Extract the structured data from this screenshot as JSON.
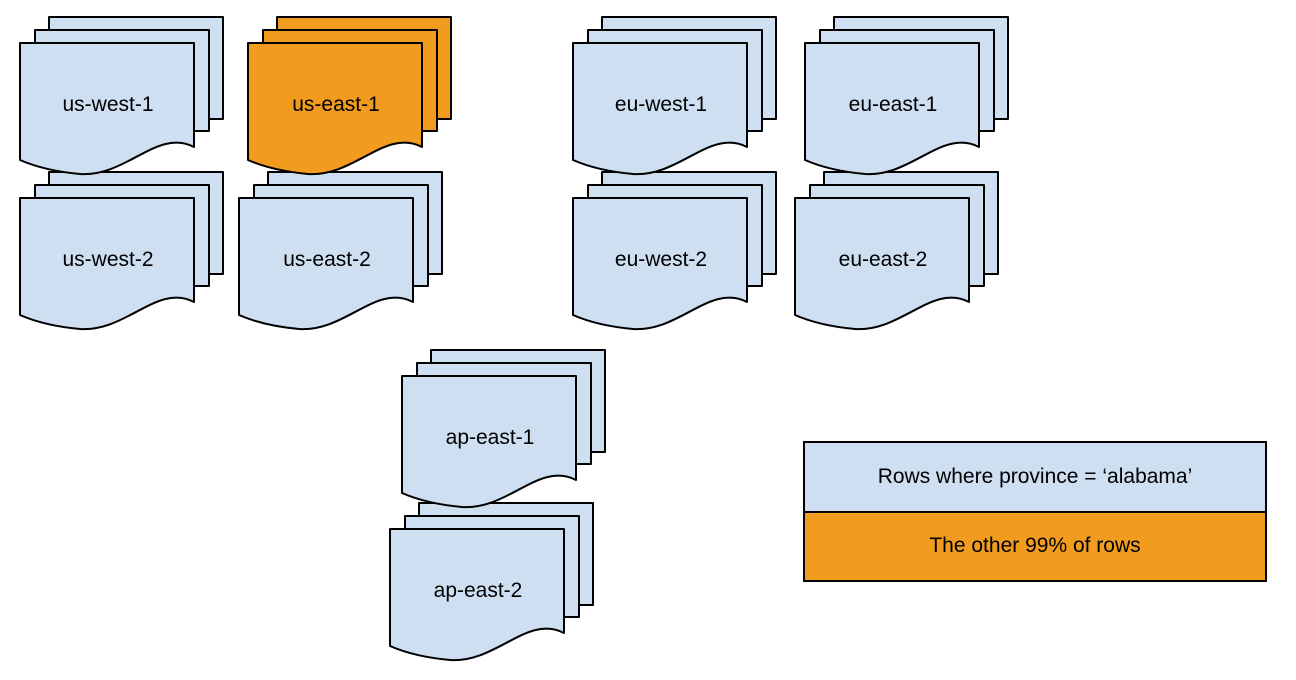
{
  "diagram": {
    "stacks": [
      {
        "label": "us-west-1",
        "color": "#cedff1"
      },
      {
        "label": "us-east-1",
        "color": "#f19c1f"
      },
      {
        "label": "eu-west-1",
        "color": "#cedff1"
      },
      {
        "label": "eu-east-1",
        "color": "#cedff1"
      },
      {
        "label": "us-west-2",
        "color": "#cedff1"
      },
      {
        "label": "us-east-2",
        "color": "#cedff1"
      },
      {
        "label": "eu-west-2",
        "color": "#cedff1"
      },
      {
        "label": "eu-east-2",
        "color": "#cedff1"
      },
      {
        "label": "ap-east-1",
        "color": "#cedff1"
      },
      {
        "label": "ap-east-2",
        "color": "#cedff1"
      }
    ],
    "legend": {
      "items": [
        {
          "label": "Rows where province = ‘alabama’",
          "color": "#cedff1"
        },
        {
          "label": "The other 99% of rows",
          "color": "#f19c1f"
        }
      ]
    },
    "colors": {
      "stroke": "#000000",
      "background": "#ffffff",
      "default_fill": "#cedff1",
      "highlight_fill": "#f19c1f"
    }
  }
}
